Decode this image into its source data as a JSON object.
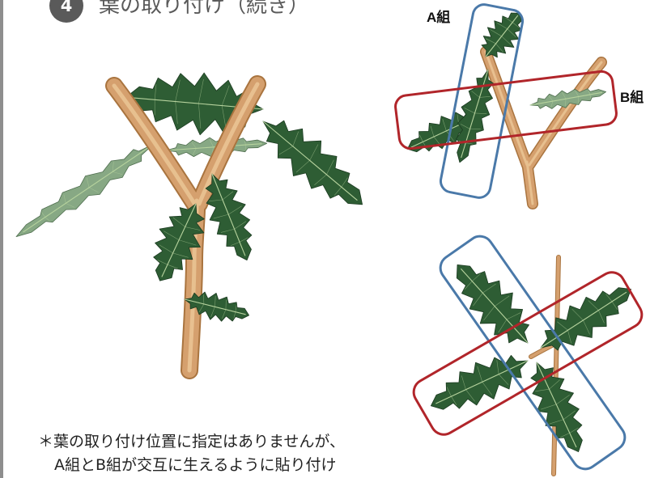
{
  "header": {
    "step_number": "4",
    "title": "葉の取り付け（続き）"
  },
  "labels": {
    "group_a": "A組",
    "group_b": "B組"
  },
  "note": {
    "line1": "＊葉の取り付け位置に指定はありませんが、",
    "line2": "A組とB組が交互に生えるように貼り付け"
  },
  "colors": {
    "step_badge": "#5a5a5a",
    "heading": "#5a5a5a",
    "side_rule": "#8e8e8e",
    "group_a": "#4a79a9",
    "group_b": "#b1252a",
    "branch": "#d5a06e",
    "branch_edge": "#a9743f",
    "branch_light": "#ecc898",
    "leaf_dark": "#2e5d34",
    "leaf_light": "#87a884",
    "leaf_edge": "#1b3a20",
    "vein": "#b7d39e"
  }
}
